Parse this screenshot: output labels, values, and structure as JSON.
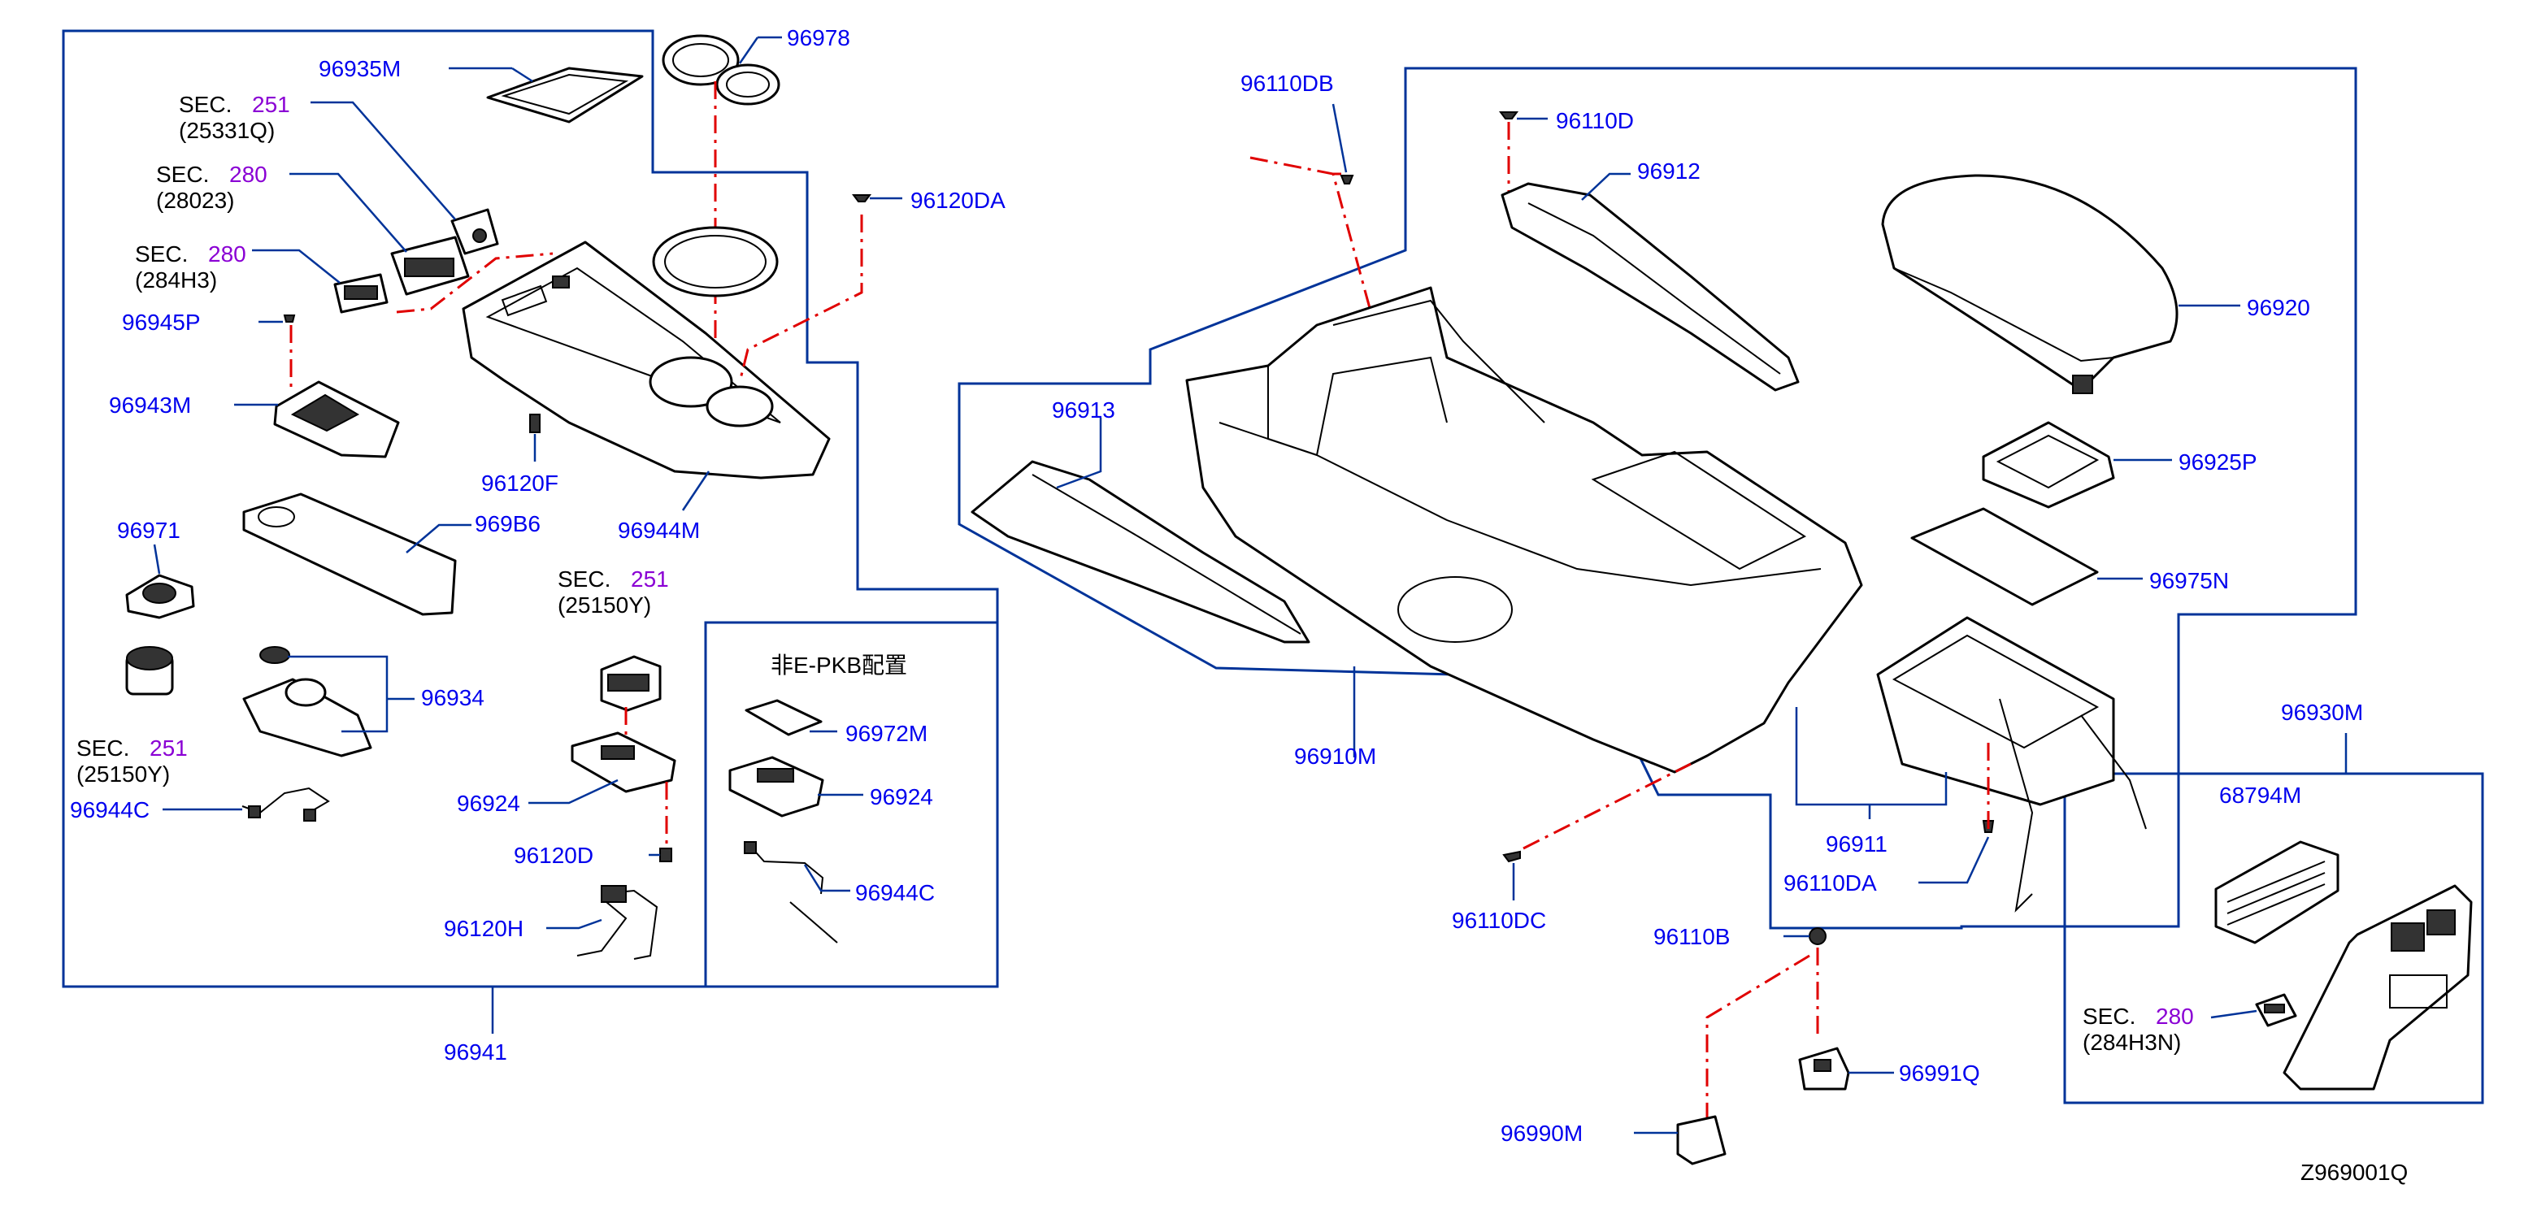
{
  "labels": {
    "p96935M": "96935M",
    "p96978": "96978",
    "p96120DA": "96120DA",
    "sec_left_1_word": "SEC.",
    "sec_left_1_num": "251",
    "sec_left_1_code": "(25331Q)",
    "sec_left_2_word": "SEC.",
    "sec_left_2_num": "280",
    "sec_left_2_code": "(28023)",
    "sec_left_3_word": "SEC.",
    "sec_left_3_num": "280",
    "sec_left_3_code": "(284H3)",
    "p96945P": "96945P",
    "p96943M": "96943M",
    "p96120F": "96120F",
    "p96944M": "96944M",
    "p96971": "96971",
    "p969B6": "969B6",
    "p96934": "96934",
    "sec_left_4_word": "SEC.",
    "sec_left_4_num": "251",
    "sec_left_4_code": "(25150Y)",
    "p96944C_left": "96944C",
    "sec_mid_word": "SEC.",
    "sec_mid_num": "251",
    "sec_mid_code": "(25150Y)",
    "p96924_left": "96924",
    "p96120D": "96120D",
    "p96120H": "96120H",
    "p96941": "96941",
    "non_epkb_title": "非E-PKB配置",
    "p96972M": "96972M",
    "p96924_right": "96924",
    "p96944C_right": "96944C",
    "p96110DB": "96110DB",
    "p96110D": "96110D",
    "p96912": "96912",
    "p96920": "96920",
    "p96913": "96913",
    "p96925P": "96925P",
    "p96975N": "96975N",
    "p96910M": "96910M",
    "p96911": "96911",
    "p96110DA": "96110DA",
    "p96930M": "96930M",
    "p68794M": "68794M",
    "p96110DC": "96110DC",
    "p96110B": "96110B",
    "p96991Q": "96991Q",
    "p96990M": "96990M",
    "sec_right_word": "SEC.",
    "sec_right_num": "280",
    "sec_right_code": "(284H3N)",
    "diagram_id": "Z969001Q"
  },
  "colors": {
    "label_blue": "#0000ee",
    "sec_number_purple": "#8a00d4",
    "frame_blue": "#003399",
    "center_line_red": "#e00000"
  }
}
